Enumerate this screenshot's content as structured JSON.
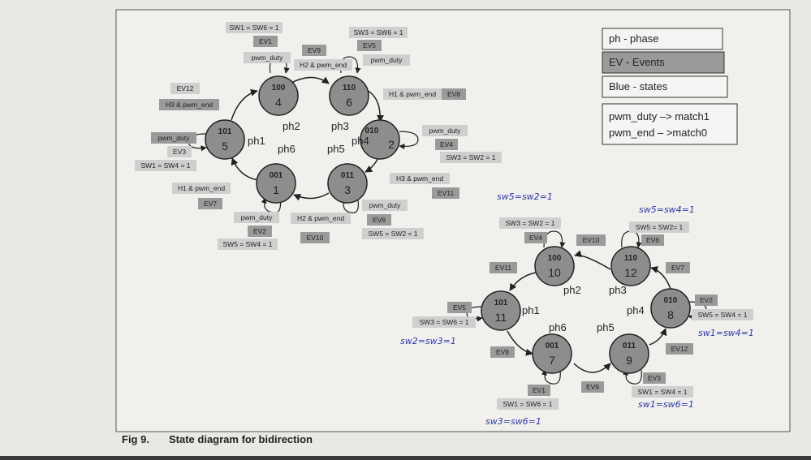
{
  "caption": {
    "fig": "Fig 9.",
    "title": "State diagram for bidirection"
  },
  "legend": {
    "phase": "ph - phase",
    "events": "EV - Events",
    "states": "Blue -  states",
    "duty": "pwm_duty –> match1",
    "end": "pwm_end – >match0"
  },
  "diagram1": {
    "states": [
      {
        "code": "100",
        "num": "4"
      },
      {
        "code": "110",
        "num": "6"
      },
      {
        "code": "010",
        "num": "2"
      },
      {
        "code": "011",
        "num": "3"
      },
      {
        "code": "001",
        "num": "1"
      },
      {
        "code": "101",
        "num": "5"
      }
    ],
    "phases": [
      "ph1",
      "ph2",
      "ph3",
      "ph4",
      "ph5",
      "ph6"
    ],
    "labels": {
      "sw16": "SW1 = SW6 = 1",
      "ev1": "EV1",
      "pwm_duty_4": "pwm_duty",
      "ev9": "EV9",
      "h2_end": "H2 & pwm_end",
      "sw36": "SW3 = SW6 = 1",
      "ev5": "EV5",
      "pwm_duty_6": "pwm_duty",
      "h1bar_end": "H1 & pwm_end",
      "ev8": "EV8",
      "pwm_duty_2": "pwm_duty",
      "ev4": "EV4",
      "sw32": "SW3 = SW2 = 1",
      "h3_end": "H3 & pwm_end",
      "ev11": "EV11",
      "pwm_duty_3": "pwm_duty",
      "ev6": "EV6",
      "sw52": "SW5 = SW2 = 1",
      "h2bar_end": "H2 & pwm_end",
      "ev10": "EV10",
      "pwm_duty_1": "pwm_duty",
      "ev2": "EV2",
      "sw54": "SW5 = SW4 = 1",
      "h1_end": "H1 & pwm_end",
      "ev7": "EV7",
      "ev12": "EV12",
      "h3bar_end": "H3 & pwm_end",
      "pwm_duty_5": "pwm_duty",
      "ev3": "EV3",
      "sw14": "SW1 = SW4 = 1"
    }
  },
  "diagram2": {
    "states": [
      {
        "code": "100",
        "num": "10"
      },
      {
        "code": "110",
        "num": "12"
      },
      {
        "code": "010",
        "num": "8"
      },
      {
        "code": "011",
        "num": "9"
      },
      {
        "code": "001",
        "num": "7"
      },
      {
        "code": "101",
        "num": "11"
      }
    ],
    "phases": [
      "ph1",
      "ph2",
      "ph3",
      "ph4",
      "ph5",
      "ph6"
    ],
    "labels": {
      "sw32": "SW3 = SW2 = 1",
      "ev4": "EV4",
      "ev10": "EV10",
      "sw52": "SW5 = SW2= 1",
      "ev6": "EV6",
      "ev7": "EV7",
      "ev11": "EV11",
      "ev2": "EV2",
      "sw54": "SW5 = SW4 = 1",
      "ev5": "EV5",
      "sw36": "SW3 = SW6 = 1",
      "ev8": "EV8",
      "ev12": "EV12",
      "ev1": "EV1",
      "ev9": "EV9",
      "ev3": "EV3",
      "sw14": "SW1 = SW4 = 1",
      "sw16": "SW1 = SW6 = 1"
    },
    "handwritten": {
      "top_left": "sw5=sw2=1",
      "top_right": "sw5=sw4=1",
      "right": "sw1=sw4=1",
      "left": "sw2=sw3=1",
      "bottom_left": "sw3=sw6=1",
      "bottom_right": "sw1=sw6=1"
    }
  }
}
